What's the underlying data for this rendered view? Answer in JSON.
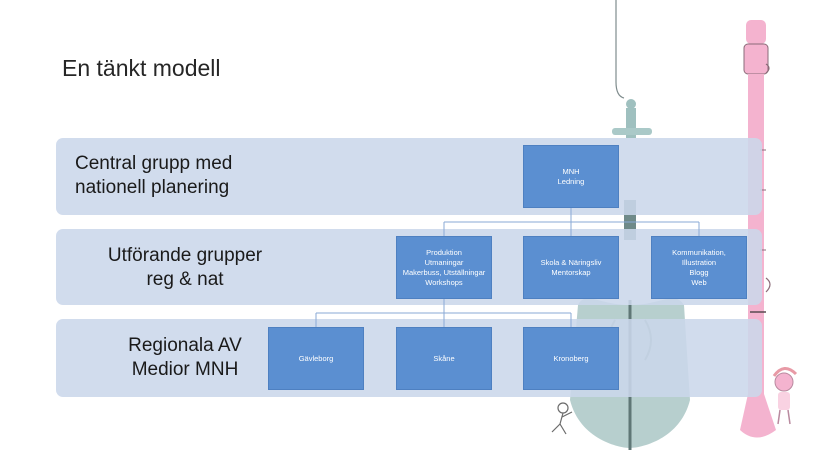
{
  "slide": {
    "title": "En tänkt modell"
  },
  "levels": [
    {
      "label": "Central grupp med\nnationell planering"
    },
    {
      "label": "Utförande grupper\nreg & nat"
    },
    {
      "label": "Regionala AV\nMedior MNH"
    }
  ],
  "nodes": {
    "mnh": {
      "lines": [
        "MNH",
        "Ledning"
      ]
    },
    "produktion": {
      "lines": [
        "Produktion",
        "Utmaningar",
        "Makerbuss, Utställningar",
        "Workshops"
      ]
    },
    "skola": {
      "lines": [
        "Skola & Näringsliv",
        "Mentorskap"
      ]
    },
    "kommunikation": {
      "lines": [
        "Kommunikation,",
        "Illustration",
        "Blogg",
        "Web"
      ]
    },
    "gavleborg": {
      "lines": [
        "Gävleborg"
      ]
    },
    "skane": {
      "lines": [
        "Skåne"
      ]
    },
    "kronoberg": {
      "lines": [
        "Kronoberg"
      ]
    }
  },
  "colors": {
    "band": "#cbd7eb",
    "node": "#5b8fd1",
    "connector": "#8aaad6",
    "cello": "#b7cfce",
    "clarinet": "#f4b3cf"
  },
  "decorations": [
    "cello-illustration",
    "clarinet-illustration",
    "little-figure-illustration",
    "girl-figure-illustration"
  ]
}
